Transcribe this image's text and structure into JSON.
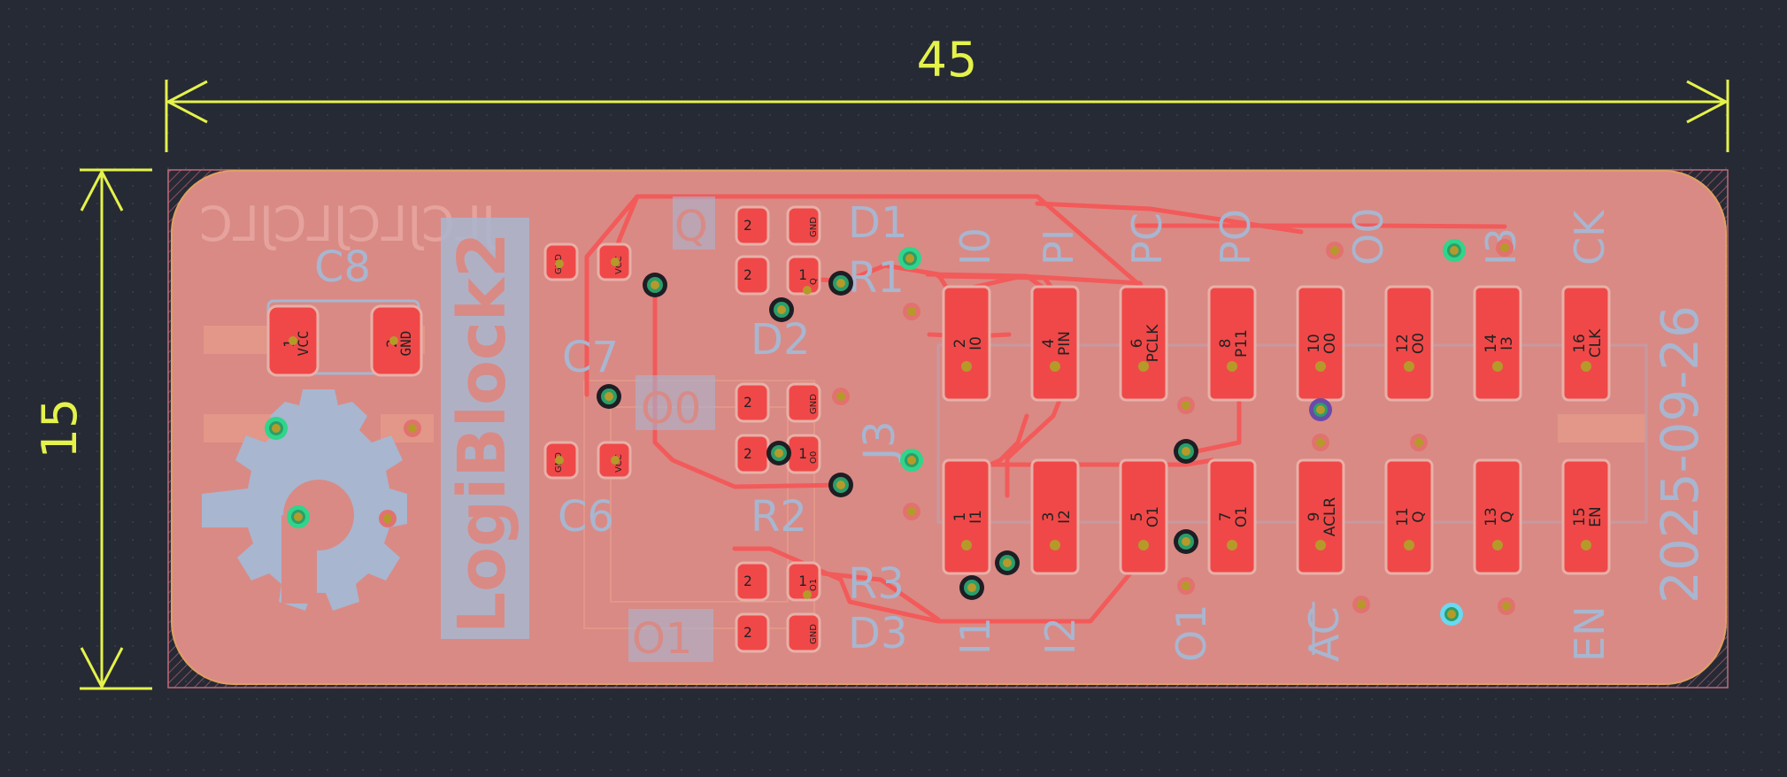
{
  "colors": {
    "background": "#262a35",
    "board": "#d98a85",
    "pad": "#f04848",
    "silk": "#a8b6d0",
    "dimension": "#e4f24a",
    "trace": "#f35a5a",
    "via_ring": "#2b9e6a",
    "drill": "#b59a2a"
  },
  "dimensions": {
    "width": "45",
    "height": "15"
  },
  "silkscreen": {
    "logo": "LogiBlock2",
    "date": "2025-09-26",
    "mirrored_text": "JLCJLCJLCJLC",
    "refs": {
      "c8": "C8",
      "c7": "C7",
      "c6": "C6",
      "d1": "D1",
      "d2": "D2",
      "d3": "D3",
      "r1": "R1",
      "r2": "R2",
      "r3": "R3",
      "q": "Q",
      "o0": "O0",
      "o1": "O1",
      "j3": "J3"
    },
    "header_top": [
      "I0",
      "PI",
      "PC",
      "PO",
      "O0",
      "I3",
      "CK"
    ],
    "header_bottom": [
      "I1",
      "I2",
      "O1",
      "AC",
      "EN"
    ]
  },
  "pads": {
    "c8": [
      {
        "num": "1",
        "net": "VCC"
      },
      {
        "num": "2",
        "net": "GND"
      }
    ],
    "small": {
      "gnd": "GND",
      "vcc": "VCC",
      "o0": "O0",
      "o1": "O1",
      "q": "Q",
      "two": "2",
      "one": "1"
    },
    "header_top": [
      {
        "num": "2",
        "net": "I0"
      },
      {
        "num": "4",
        "net": "PIN"
      },
      {
        "num": "6",
        "net": "PCLK"
      },
      {
        "num": "8",
        "net": "P11"
      },
      {
        "num": "10",
        "net": "O0"
      },
      {
        "num": "12",
        "net": "O0"
      },
      {
        "num": "14",
        "net": "I3"
      },
      {
        "num": "16",
        "net": "CLK"
      }
    ],
    "header_bottom": [
      {
        "num": "1",
        "net": "I1"
      },
      {
        "num": "3",
        "net": "I2"
      },
      {
        "num": "5",
        "net": "O1"
      },
      {
        "num": "7",
        "net": "O1"
      },
      {
        "num": "9",
        "net": "ACLR"
      },
      {
        "num": "11",
        "net": "Q"
      },
      {
        "num": "13",
        "net": "Q"
      },
      {
        "num": "15",
        "net": "EN"
      }
    ]
  }
}
